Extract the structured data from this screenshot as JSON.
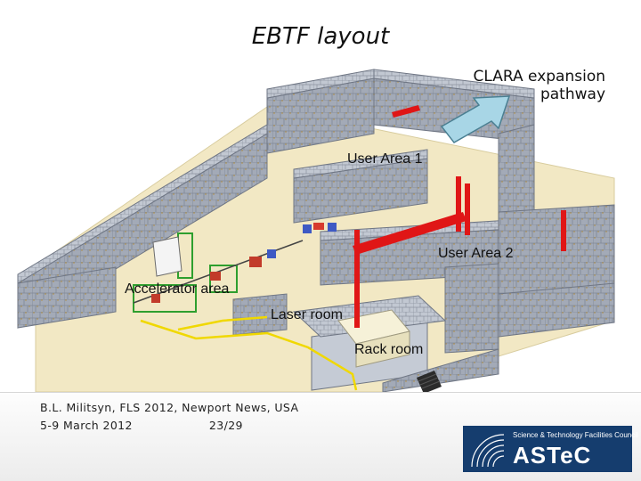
{
  "slide": {
    "title": "EBTF layout",
    "expansion_label_lines": [
      "CLARA expansion",
      "pathway"
    ]
  },
  "labels": {
    "user_area_1": "User Area 1",
    "user_area_2": "User Area 2",
    "accelerator_area": "Accelerator area",
    "laser_room": "Laser room",
    "rack_room": "Rack room"
  },
  "footer": {
    "author_line": "B.L. Militsyn, FLS 2012, Newport News, USA",
    "date": "5-9 March 2012",
    "page": "23/29"
  },
  "logo": {
    "council": "Science & Technology Facilities Council",
    "brand": "ASTeC",
    "icon": "radiating-sunburst-icon"
  },
  "colors": {
    "floor": "#f2e8c4",
    "shielding": "#9ea5b3",
    "shielding_top": "#bcc2cd",
    "beamline": "#e01616",
    "cable_tray": "#f0d800",
    "arrow": "#a8d6e6",
    "enclosure": "#2e9f2e",
    "logo_bg": "#153d6e"
  }
}
